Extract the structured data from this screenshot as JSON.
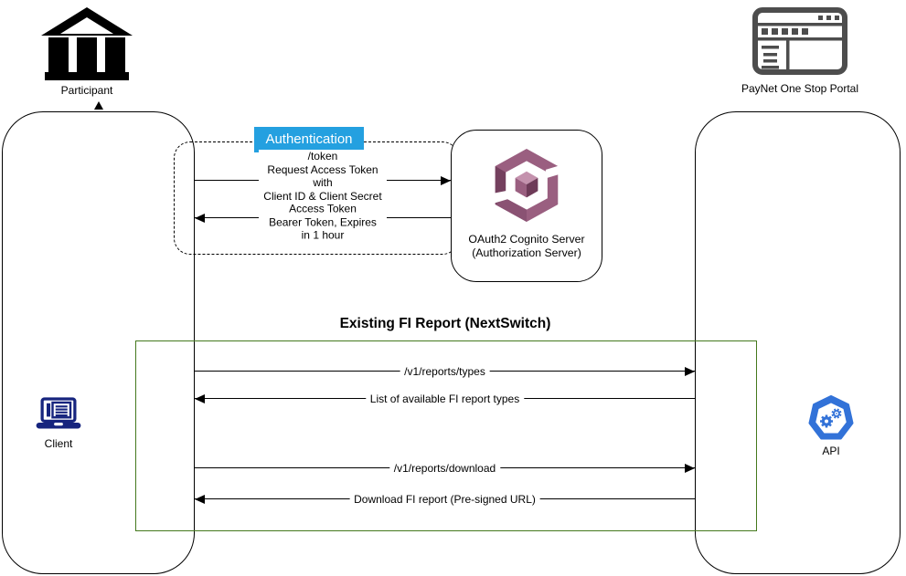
{
  "actors": {
    "participant": {
      "label": "Participant",
      "icon": "bank-icon"
    },
    "portal": {
      "label": "PayNet One Stop Portal",
      "icon": "browser-window-icon"
    },
    "client": {
      "label": "Client",
      "icon": "laptop-icon"
    },
    "api": {
      "label": "API",
      "icon": "gears-heptagon-icon"
    },
    "cognito": {
      "label": "OAuth2 Cognito Server\n(Authorization Server)",
      "icon": "aws-cognito-icon"
    }
  },
  "auth_group": {
    "title": "Authentication",
    "messages": [
      {
        "label": "/token\nRequest Access Token with\nClient ID & Client Secret",
        "direction": "right",
        "from": "Client",
        "to": "OAuth2 Cognito Server"
      },
      {
        "label": "Access Token\nBearer Token, Expires in 1 hour",
        "direction": "left",
        "from": "OAuth2 Cognito Server",
        "to": "Client"
      }
    ]
  },
  "report_group": {
    "title": "Existing FI Report (NextSwitch)",
    "messages": [
      {
        "label": "/v1/reports/types",
        "direction": "right",
        "from": "Client",
        "to": "API"
      },
      {
        "label": "List of available FI report types",
        "direction": "left",
        "from": "API",
        "to": "Client"
      },
      {
        "label": "/v1/reports/download",
        "direction": "right",
        "from": "Client",
        "to": "API"
      },
      {
        "label": "Download FI report (Pre-signed URL)",
        "direction": "left",
        "from": "API",
        "to": "Client"
      }
    ]
  },
  "colors": {
    "auth_header_bg": "#24A0E0",
    "auth_header_text": "#FFFFFF",
    "report_group_border": "#44791D",
    "cognito_mauve": "#9A5F80",
    "cognito_light": "#C492AD",
    "cognito_dark": "#6E3B58",
    "api_blue": "#3272D8",
    "client_navy": "#16247E",
    "portal_gray": "#4D4D4D",
    "line_black": "#000000"
  }
}
